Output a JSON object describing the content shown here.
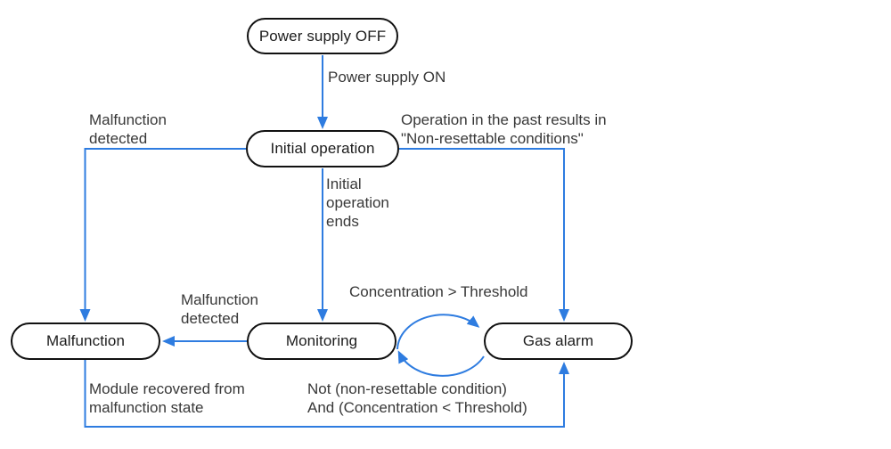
{
  "figure": {
    "background": "#ffffff",
    "accent": "#2e7ce0",
    "node_border_color": "#111111",
    "text_color": "#383838"
  },
  "states": [
    {
      "id": "power-supply-off",
      "label": "Power supply OFF"
    },
    {
      "id": "initial-operation",
      "label": "Initial operation"
    },
    {
      "id": "malfunction",
      "label": "Malfunction"
    },
    {
      "id": "monitoring",
      "label": "Monitoring"
    },
    {
      "id": "gas-alarm",
      "label": "Gas alarm"
    }
  ],
  "transition_labels": {
    "power_on": {
      "lines": [
        "Power supply ON"
      ]
    },
    "malfunction_detected_upper": {
      "lines": [
        "Malfunction",
        "detected"
      ]
    },
    "non_resettable_past": {
      "lines": [
        "Operation in the past results in",
        "\"Non-resettable conditions\""
      ]
    },
    "initial_operation_ends": {
      "lines": [
        "Initial",
        "operation",
        "ends"
      ]
    },
    "malfunction_detected_mid": {
      "lines": [
        "Malfunction",
        "detected"
      ]
    },
    "concentration_above": {
      "lines": [
        "Concentration > Threshold"
      ]
    },
    "module_recovered": {
      "lines": [
        "Module recovered from",
        "malfunction state"
      ]
    },
    "alarm_reset": {
      "lines": [
        "Not (non-resettable condition)",
        "And (Concentration < Threshold)"
      ]
    }
  }
}
